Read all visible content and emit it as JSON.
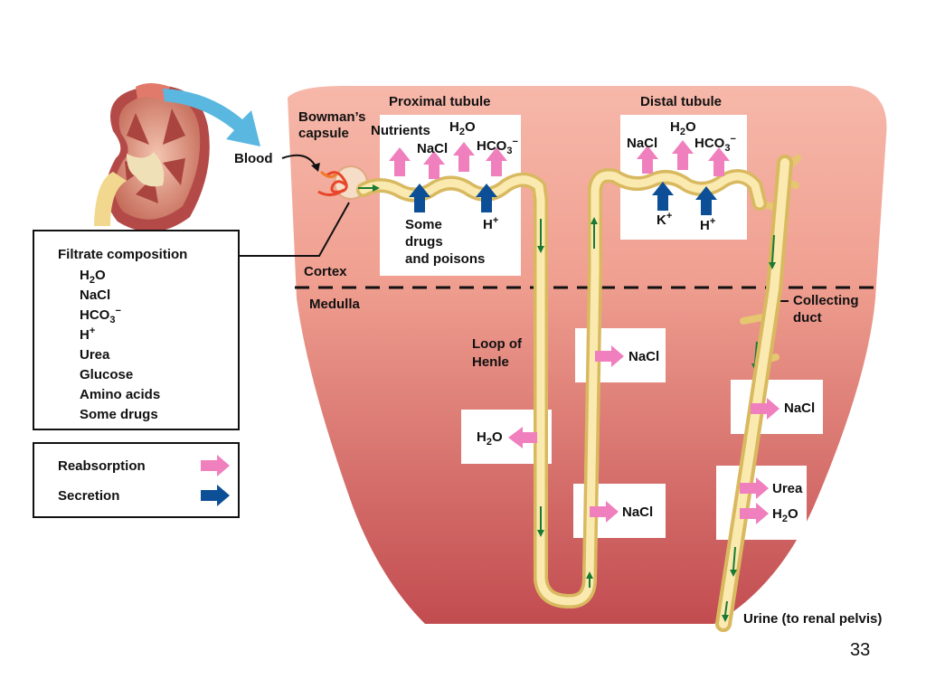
{
  "regions": {
    "proximal_tubule": "Proximal tubule",
    "distal_tubule": "Distal tubule",
    "bowmans_capsule_line1": "Bowman’s",
    "bowmans_capsule_line2": "capsule",
    "blood": "Blood",
    "cortex": "Cortex",
    "medulla": "Medulla",
    "loop_line1": "Loop of",
    "loop_line2": "Henle",
    "collecting_line1": "Collecting",
    "collecting_line2": "duct",
    "urine": "Urine (to renal pelvis)"
  },
  "proximal": {
    "nutrients": "Nutrients",
    "h2o": {
      "base": "H",
      "sub": "2",
      "rest": "O"
    },
    "nacl": "NaCl",
    "hco3": {
      "base": "HCO",
      "sub": "3",
      "sup": "−"
    },
    "some_drugs_l1": "Some",
    "some_drugs_l2": "drugs",
    "some_drugs_l3": "and poisons",
    "hplus": {
      "base": "H",
      "sup": "+"
    }
  },
  "distal": {
    "h2o": {
      "base": "H",
      "sub": "2",
      "rest": "O"
    },
    "nacl": "NaCl",
    "hco3": {
      "base": "HCO",
      "sub": "3",
      "sup": "−"
    },
    "kplus": {
      "base": "K",
      "sup": "+"
    },
    "hplus": {
      "base": "H",
      "sup": "+"
    }
  },
  "loop": {
    "h2o": {
      "base": "H",
      "sub": "2",
      "rest": "O"
    },
    "nacl_ascending_top": "NaCl",
    "nacl_ascending_bottom": "NaCl"
  },
  "collecting": {
    "nacl": "NaCl",
    "urea": "Urea",
    "h2o": {
      "base": "H",
      "sub": "2",
      "rest": "O"
    }
  },
  "filtrate": {
    "title": "Filtrate composition",
    "items": [
      {
        "base": "H",
        "sub": "2",
        "rest": "O"
      },
      {
        "base": "NaCl"
      },
      {
        "base": "HCO",
        "sub": "3",
        "sup": "−"
      },
      {
        "base": "H",
        "sup": "+"
      },
      {
        "base": "Urea"
      },
      {
        "base": "Glucose"
      },
      {
        "base": "Amino acids"
      },
      {
        "base": "Some drugs"
      }
    ]
  },
  "legend": {
    "reabsorption": "Reabsorption",
    "secretion": "Secretion",
    "reabsorption_color": "#f07fbe",
    "secretion_color": "#0d4f96"
  },
  "colors": {
    "tissue_top": "#f6b6a8",
    "tissue_bottom": "#c0484c",
    "tubule": "#f2dc94",
    "tubule_edge": "#d6b45c",
    "flow": "#1a7a32",
    "callout": "#5ab8e0"
  },
  "page_number": "33"
}
